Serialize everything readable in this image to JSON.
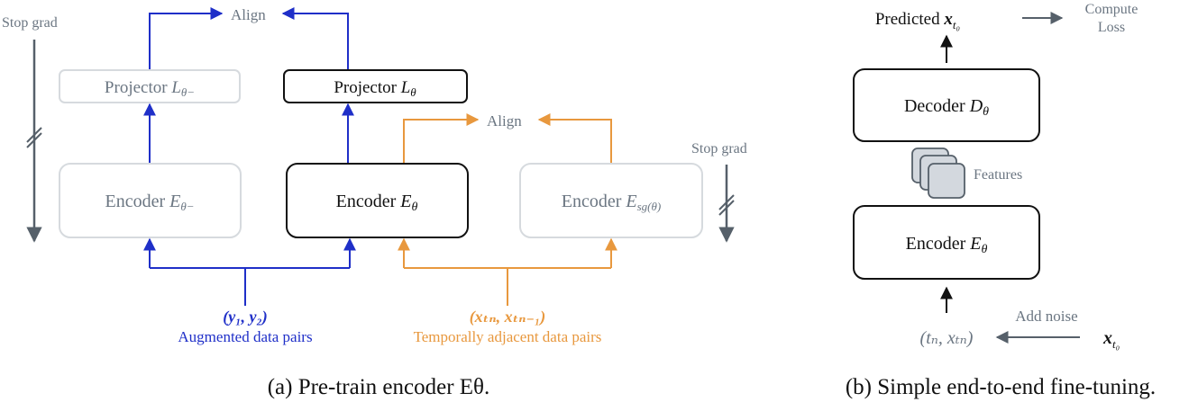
{
  "left": {
    "stop_grad_left": "Stop grad",
    "stop_grad_right": "Stop grad",
    "align_top": "Align",
    "align_mid": "Align",
    "projector_ema": {
      "text": "Projector ",
      "sym": "L",
      "sub": "θ−"
    },
    "projector": {
      "text": "Projector ",
      "sym": "L",
      "sub": "θ"
    },
    "encoder_ema": {
      "text": "Encoder ",
      "sym": "E",
      "sub": "θ−"
    },
    "encoder": {
      "text": "Encoder ",
      "sym": "E",
      "sub": "θ"
    },
    "encoder_sg": {
      "text": "Encoder ",
      "sym": "E",
      "sub": "sg(θ)"
    },
    "aug_pair": "(y₁, y₂)",
    "aug_label": "Augmented data pairs",
    "temp_pair": "(xₜₙ, xₜₙ₋₁)",
    "temp_label": "Temporally adjacent data pairs",
    "caption": "(a)  Pre-train encoder Eθ."
  },
  "right": {
    "predicted_text": "Predicted ",
    "predicted_sym": "x",
    "predicted_sub": "t₀",
    "compute_loss_1": "Compute",
    "compute_loss_2": "Loss",
    "decoder": {
      "text": "Decoder ",
      "sym": "D",
      "sub": "θ"
    },
    "features": "Features",
    "encoder": {
      "text": "Encoder ",
      "sym": "E",
      "sub": "θ"
    },
    "add_noise": "Add noise",
    "input_pair": "(tₙ, xₜₙ)",
    "input_x": "x",
    "input_x_sub": "t₀",
    "caption": "(b)  Simple end-to-end fine-tuning."
  },
  "colors": {
    "blue": "#1f2fc8",
    "orange": "#e8983e",
    "gray": "#6b7682",
    "box_gray": "#d6dade",
    "feature_fill": "#d3d8de"
  }
}
